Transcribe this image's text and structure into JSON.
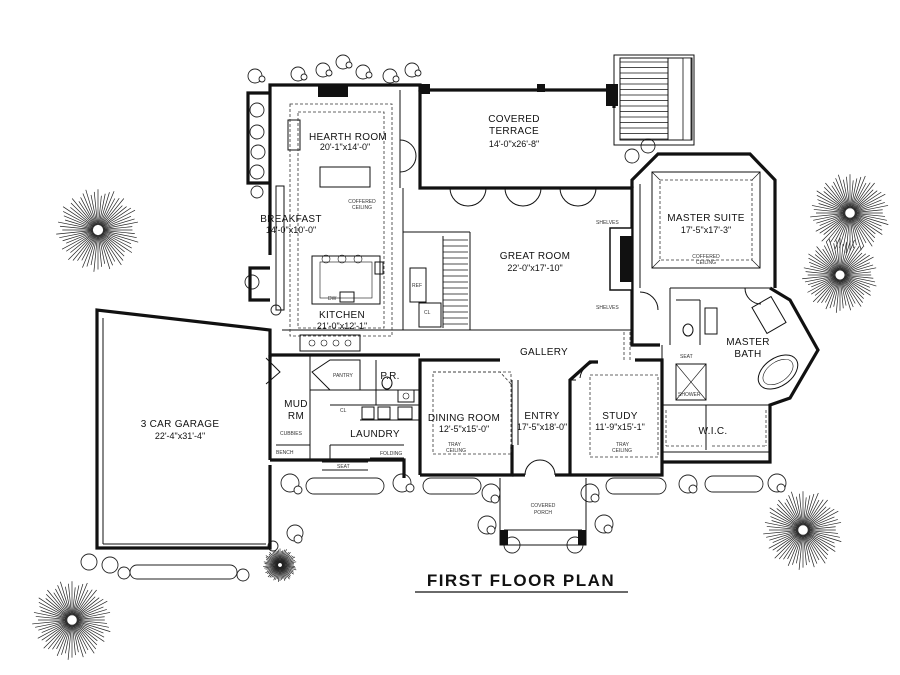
{
  "title": "FIRST FLOOR PLAN",
  "rooms": {
    "hearth_room": {
      "name": "HEARTH ROOM",
      "dims": "20'-1\"x14'-0\""
    },
    "covered_terrace": {
      "name_line1": "COVERED",
      "name_line2": "TERRACE",
      "dims": "14'-0\"x26'-8\""
    },
    "breakfast": {
      "name": "BREAKFAST",
      "dims": "14'-0\"x10'-0\""
    },
    "kitchen": {
      "name": "KITCHEN",
      "dims": "21'-0\"x12'-1\""
    },
    "great_room": {
      "name": "GREAT ROOM",
      "dims": "22'-0\"x17'-10\""
    },
    "master_suite": {
      "name": "MASTER SUITE",
      "dims": "17'-5\"x17'-3\""
    },
    "master_bath": {
      "name_line1": "MASTER",
      "name_line2": "BATH"
    },
    "garage": {
      "name": "3 CAR GARAGE",
      "dims": "22'-4\"x31'-4\""
    },
    "gallery": {
      "name": "GALLERY"
    },
    "mud_rm": {
      "name_line1": "MUD",
      "name_line2": "RM"
    },
    "laundry": {
      "name": "LAUNDRY"
    },
    "pr": {
      "name": "P.R."
    },
    "dining": {
      "name": "DINING ROOM",
      "dims": "12'-5\"x15'-0\""
    },
    "entry": {
      "name": "ENTRY",
      "dims": "17'-5\"x18'-0\""
    },
    "study": {
      "name": "STUDY",
      "dims": "11'-9\"x15'-1\""
    },
    "wic": {
      "name": "W.I.C."
    },
    "covered_porch": {
      "name_line1": "COVERED",
      "name_line2": "PORCH"
    }
  },
  "notes": {
    "coffered_ceiling_1": "COFFERED",
    "coffered_ceiling_2": "CEILING",
    "shelves": "SHELVES",
    "pantry": "PANTRY",
    "seat": "SEAT",
    "shower": "SHOWER",
    "cubbies": "CUBBIES",
    "bench": "BENCH",
    "folding": "FOLDING",
    "tray": "TRAY",
    "ceiling": "CEILING",
    "ref": "REF",
    "dw": "DW",
    "cl": "CL"
  }
}
